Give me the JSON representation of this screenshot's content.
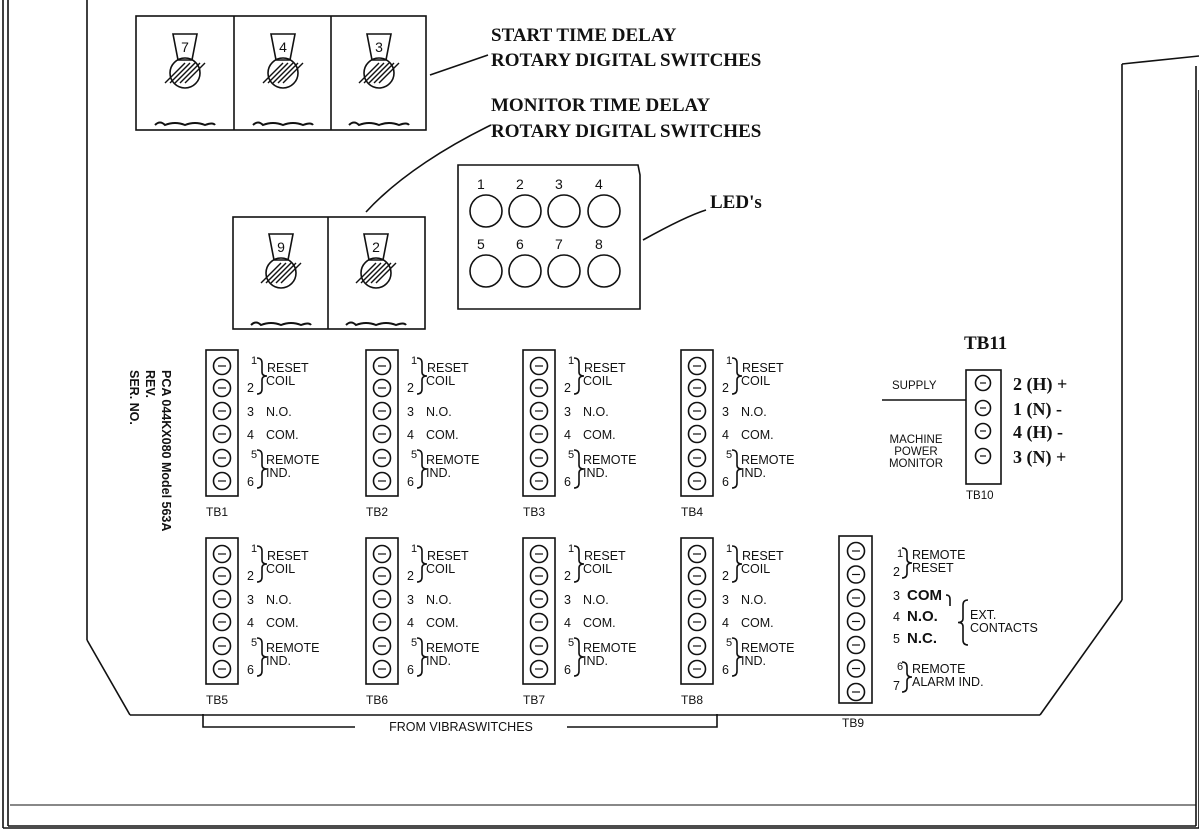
{
  "callouts": {
    "start_line1": "START TIME DELAY",
    "start_line2": "ROTARY DIGITAL SWITCHES",
    "monitor_line1": "MONITOR TIME DELAY",
    "monitor_line2": "ROTARY DIGITAL SWITCHES",
    "leds": "LED's"
  },
  "start_switches": [
    "7",
    "4",
    "3"
  ],
  "monitor_switches": [
    "9",
    "2"
  ],
  "led_numbers": [
    "1",
    "2",
    "3",
    "4",
    "5",
    "6",
    "7",
    "8"
  ],
  "pca_label": {
    "line1": "PCA  044KX080 Model 563A",
    "line2": "REV.",
    "line3": "SER. NO."
  },
  "relay_pins": {
    "p1": "1",
    "p2": "2",
    "p3": "3",
    "p4": "4",
    "p5": "5",
    "p6": "6",
    "reset": "RESET",
    "coil": "COIL",
    "no": "N.O.",
    "com": "COM.",
    "remote": "REMOTE",
    "ind": "IND."
  },
  "relay_blocks": [
    "TB1",
    "TB2",
    "TB3",
    "TB4",
    "TB5",
    "TB6",
    "TB7",
    "TB8"
  ],
  "tb9": {
    "name": "TB9",
    "pin_numbers": [
      "1",
      "2",
      "3",
      "4",
      "5",
      "6",
      "7"
    ],
    "remote": "REMOTE",
    "reset": "RESET",
    "com": "COM",
    "no": "N.O.",
    "nc": "N.C.",
    "ext": "EXT.",
    "contacts": "CONTACTS",
    "remote2": "REMOTE",
    "alarm_ind": "ALARM IND."
  },
  "tb11": {
    "title": "TB11",
    "sub": "TB10",
    "supply": "SUPPLY",
    "machine": "MACHINE",
    "power": "POWER",
    "monitor": "MONITOR",
    "pins": [
      "2 (H) +",
      "1 (N) -",
      "4 (H) -",
      "3 (N) +"
    ]
  },
  "from_vibraswitches": "FROM VIBRASWITCHES"
}
